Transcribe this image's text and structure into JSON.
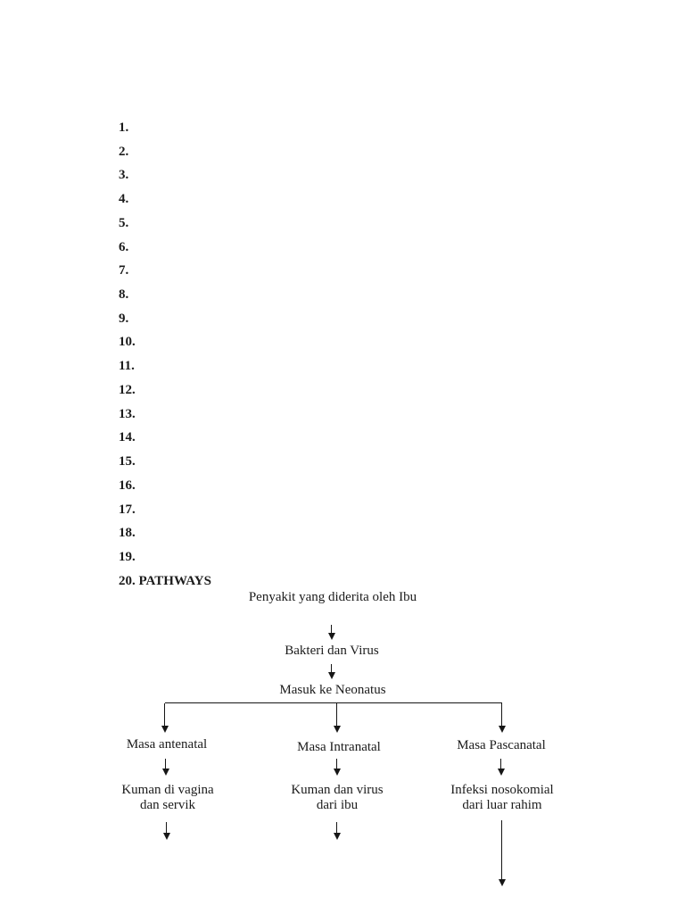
{
  "page": {
    "background": "#ffffff",
    "text_color": "#1b1b1b",
    "line_color": "#161616"
  },
  "numbered_list": {
    "items": [
      "1.",
      "2.",
      "3.",
      "4.",
      "5.",
      "6.",
      "7.",
      "8.",
      "9.",
      "10.",
      "11.",
      "12.",
      "13.",
      "14.",
      "15.",
      "16.",
      "17.",
      "18.",
      "19.",
      "20. PATHWAYS"
    ]
  },
  "flowchart": {
    "root": "Penyakit yang diderita oleh Ibu",
    "node_bakteri": "Bakteri dan Virus",
    "node_masuk": "Masuk ke Neonatus",
    "branches": [
      {
        "stage": "Masa antenatal",
        "detail_line1": "Kuman di vagina",
        "detail_line2": "dan servik"
      },
      {
        "stage": "Masa Intranatal",
        "detail_line1": "Kuman dan virus",
        "detail_line2": "dari ibu"
      },
      {
        "stage": "Masa Pascanatal",
        "detail_line1": "Infeksi nosokomial",
        "detail_line2": "dari luar rahim"
      }
    ]
  }
}
